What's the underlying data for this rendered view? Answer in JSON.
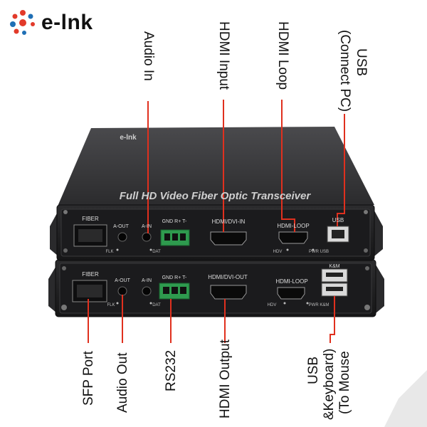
{
  "brand": {
    "name": "e-lnk"
  },
  "device": {
    "top_title": "Full HD Video Fiber Optic Transceiver",
    "top_logo": "e-lnk",
    "top_ports": {
      "fiber": "FIBER",
      "a_out": "A-OUT",
      "a_in": "A-IN",
      "rs_header": "GND  R+  T-",
      "hdmi_in": "HDMI/DVI-IN",
      "hdmi_loop": "HDMI-LOOP",
      "usb": "USB",
      "flk": "FLK",
      "dat": "DAT",
      "hdv": "HDV",
      "pwr_usb": "PWR USB"
    },
    "bottom_ports": {
      "fiber": "FIBER",
      "a_out": "A-OUT",
      "a_in": "A-IN",
      "rs_header": "GND  R+  T-",
      "hdmi_out": "HDMI/DVI-OUT",
      "hdmi_loop": "HDMI-LOOP",
      "km": "K&M",
      "flk": "FLK",
      "dat": "DAT",
      "hdv": "HDV",
      "pwr_km": "PWR  K&M"
    }
  },
  "callouts": {
    "top": {
      "audio_in": "Audio In",
      "hdmi_input": "HDMI Input",
      "hdmi_loop": "HDMI Loop",
      "usb_line1": "USB",
      "usb_line2": "(Connect PC)"
    },
    "bottom": {
      "sfp_port": "SFP Port",
      "audio_out": "Audio Out",
      "rs232": "RS232",
      "hdmi_output": "HDMI Output",
      "usb_line1": "(To Mouse",
      "usb_line2": "&Keyboard)",
      "usb_line3": "USB"
    }
  },
  "colors": {
    "callout_line": "#e0301e",
    "chassis": "#2b2b2d",
    "panel": "#1c1c1e",
    "terminal": "#2e9a4e",
    "logo_red": "#e23a2a",
    "logo_blue": "#1f6fb5"
  }
}
